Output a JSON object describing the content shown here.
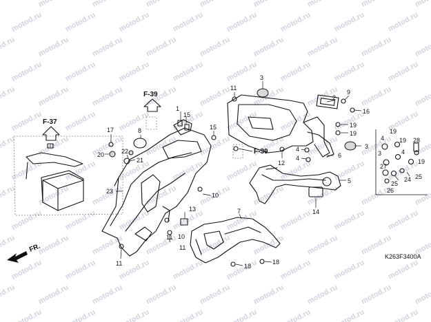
{
  "watermark": "motod.ru",
  "diagram_code": "K263F3400A",
  "direction_label": "FR.",
  "references": {
    "f37": "F-37",
    "f39_top": "F-39",
    "f39_mid": "F-39"
  },
  "callouts": {
    "c1": "1",
    "c2": "2",
    "c3": "3",
    "c4": "4",
    "c4b": "4",
    "c5": "5",
    "c6": "6",
    "c7": "7",
    "c8": "8",
    "c9": "9",
    "c10": "10",
    "c10b": "10",
    "c11": "11",
    "c11b": "11",
    "c11c": "11",
    "c11d": "11",
    "c12": "12",
    "c13": "13",
    "c14": "14",
    "c15": "15",
    "c15b": "15",
    "c16": "16",
    "c17": "17",
    "c18": "18",
    "c18b": "18",
    "c19": "19",
    "c19b": "19",
    "c20": "20",
    "c21": "21",
    "c22": "22",
    "c23": "23",
    "inset": {
      "i3": "3",
      "i4": "4",
      "i19": "19",
      "i19b": "19",
      "i19c": "19",
      "i24": "24",
      "i25": "25",
      "i25b": "25",
      "i26": "26",
      "i27": "27",
      "i28": "28"
    }
  }
}
